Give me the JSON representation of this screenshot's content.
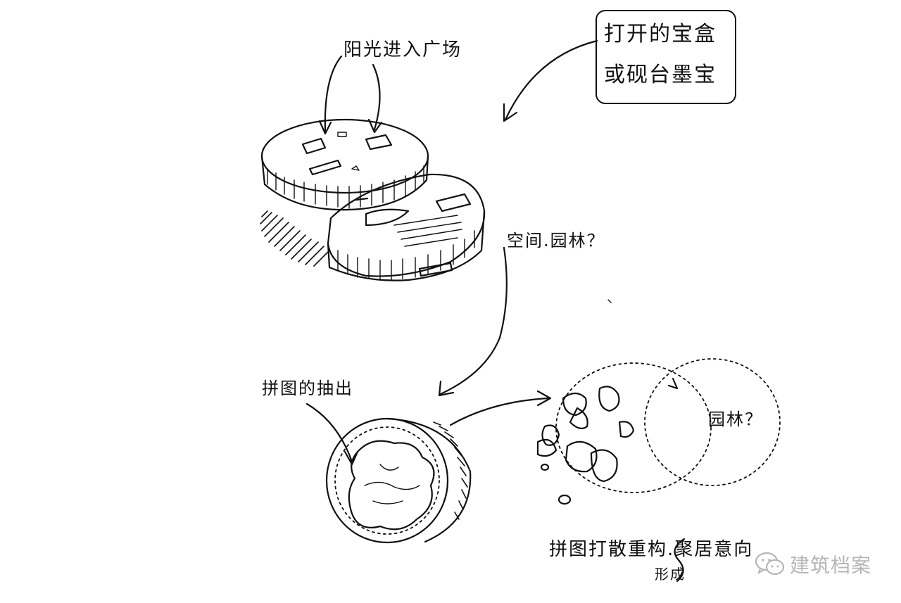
{
  "annotations": {
    "light_into_plaza": "阳光进入广场",
    "box_line1": "打开的宝盒",
    "box_line2": "或砚台墨宝",
    "space_garden": "空间.园林？",
    "puzzle_extraction": "拼图的抽出",
    "garden_question": "园林？",
    "rearrange": "拼图打散重构.聚居意向",
    "form": "形成"
  },
  "watermark": {
    "text": "建筑档案",
    "icon": "wechat-icon"
  },
  "colors": {
    "ink": "#111111",
    "paper": "#ffffff",
    "watermark": "#7a7a7a"
  }
}
